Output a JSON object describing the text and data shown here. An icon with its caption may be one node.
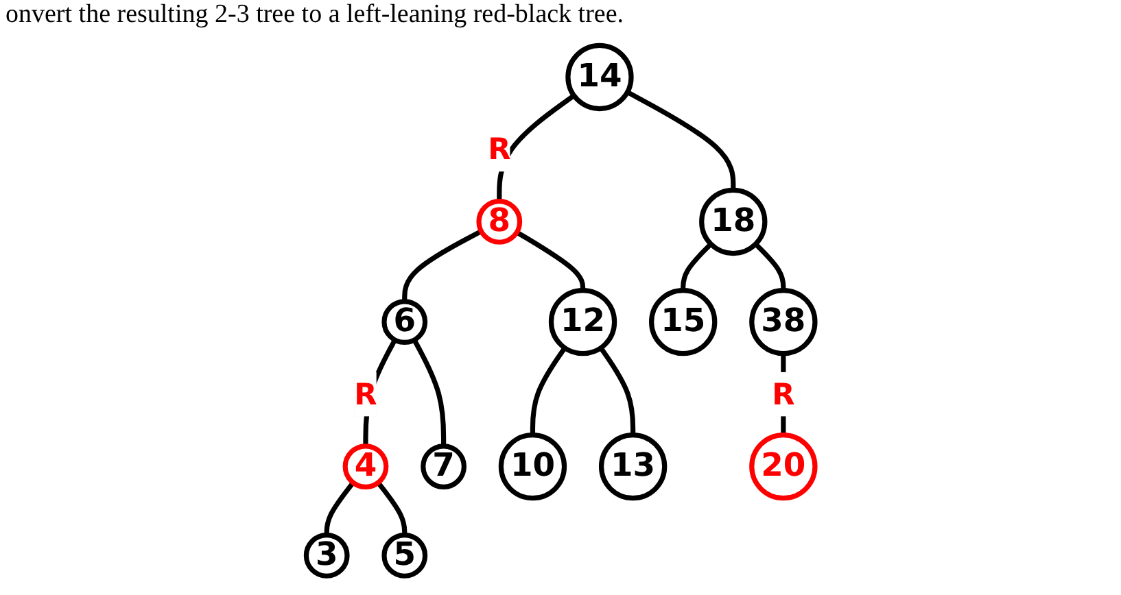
{
  "diagram": {
    "nodes": [
      {
        "text": [
          "14"
        ]
      },
      {
        "text": [
          "8"
        ]
      },
      {
        "text": [
          "18"
        ]
      },
      {
        "text": [
          "6"
        ]
      },
      {
        "text": [
          "12"
        ]
      },
      {
        "text": [
          "15"
        ]
      },
      {
        "text": [
          "38"
        ]
      },
      {
        "text": [
          "4"
        ]
      },
      {
        "text": [
          "7"
        ]
      },
      {
        "text": [
          "10"
        ]
      },
      {
        "text": [
          "13"
        ]
      },
      {
        "text": [
          "20"
        ]
      },
      {
        "text": [
          "3"
        ]
      },
      {
        "text": [
          "5"
        ]
      }
    ],
    "edges": [
      {
        "from": 0,
        "to": 1,
        "arrow": "none",
        "label": "R"
      },
      {
        "from": 0,
        "to": 2,
        "arrow": "none"
      },
      {
        "from": 1,
        "to": 3,
        "arrow": "none"
      },
      {
        "from": 1,
        "to": 4,
        "arrow": "none"
      },
      {
        "from": 2,
        "to": 5,
        "arrow": "none"
      },
      {
        "from": 2,
        "to": 6,
        "arrow": "none"
      },
      {
        "from": 3,
        "to": 7,
        "arrow": "none",
        "label": "R"
      },
      {
        "from": 3,
        "to": 8,
        "arrow": "none"
      },
      {
        "from": 4,
        "to": 9,
        "arrow": "none"
      },
      {
        "from": 4,
        "to": 10,
        "arrow": "none"
      },
      {
        "from": 6,
        "to": 11,
        "arrow": "none",
        "label": "R"
      },
      {
        "from": 7,
        "to": 12,
        "arrow": "none"
      },
      {
        "from": 7,
        "to": 13,
        "arrow": "none"
      }
    ],
    "labels": [
      "onvert the resulting 2-3 tree to a left-leaning red-black tree."
    ]
  }
}
